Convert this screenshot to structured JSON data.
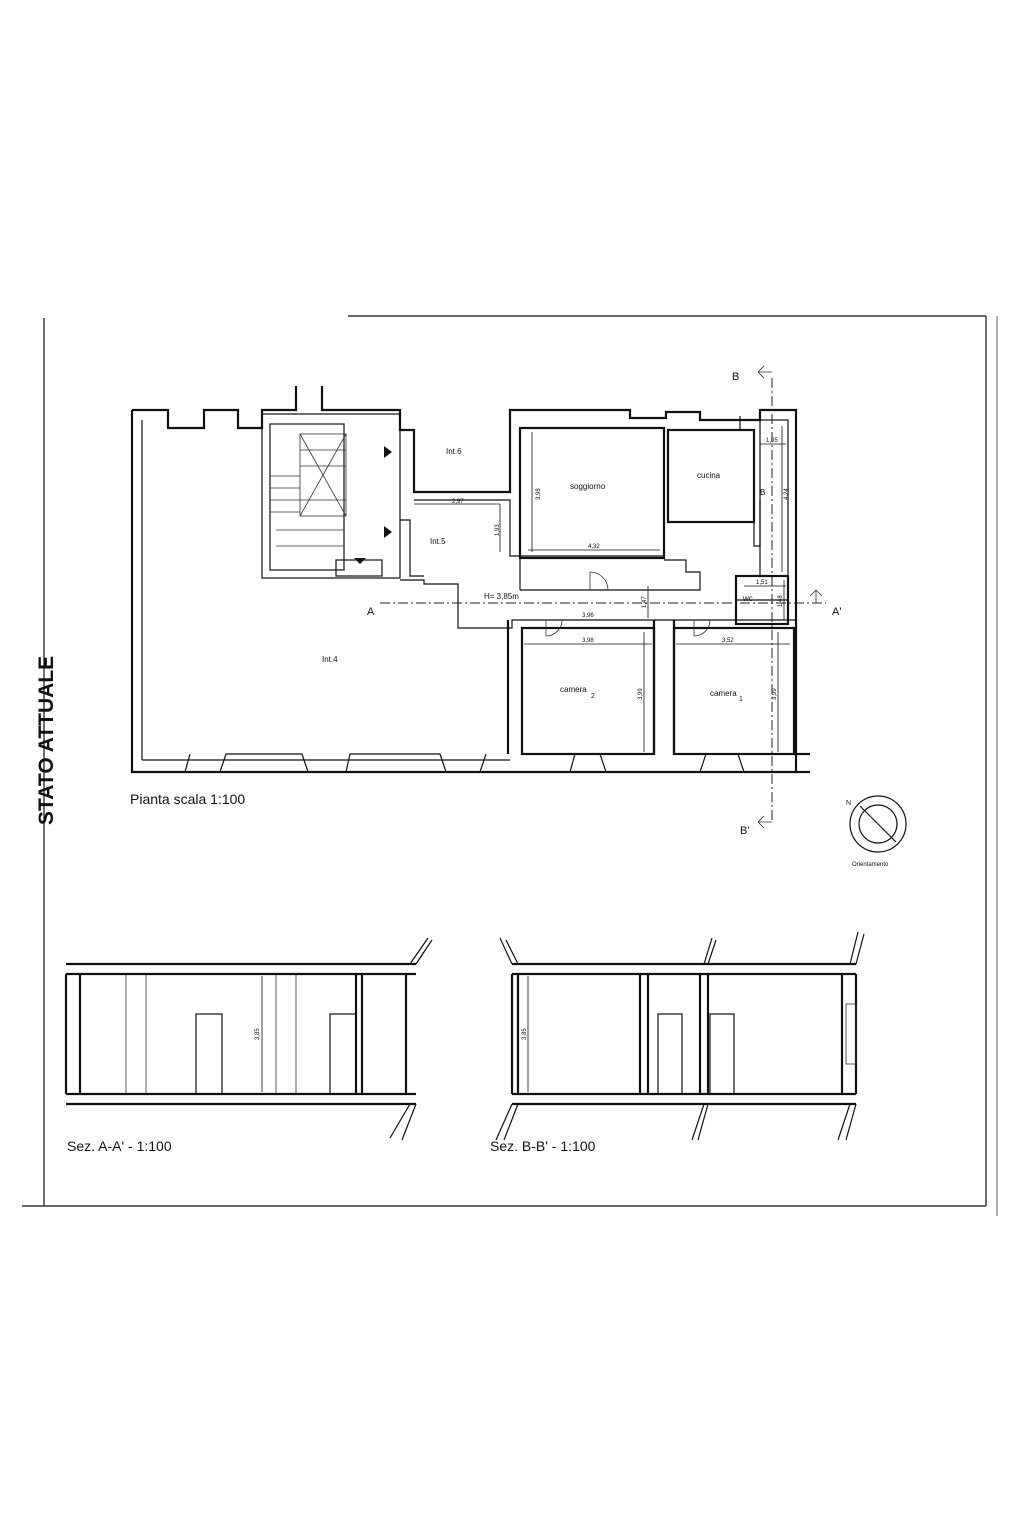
{
  "sheet_title": "STATO ATTUALE",
  "plan": {
    "caption": "Pianta scala 1:100",
    "height_label": "H= 3,85m",
    "orientation_label": "Orientamento",
    "north_label": "N",
    "rooms": {
      "int4": "Int.4",
      "int5": "Int.5",
      "int6": "Int.6",
      "soggiorno": "soggiorno",
      "cucina": "cucina",
      "bagno": "B",
      "wc": "wc",
      "camera2": "camera",
      "camera2_sub": "2",
      "camera1": "camera",
      "camera1_sub": "1"
    },
    "section_marks": {
      "a": "A",
      "a_prime": "A'",
      "b": "B",
      "b_prime": "B'"
    },
    "dimensions": {
      "d_2_97": "2,97",
      "d_1_93": "1,93",
      "d_3_98_sog": "3,98",
      "d_4_32": "4,32",
      "d_1_05": "1,05",
      "d_4_24": "4,24",
      "d_1_51": "1,51",
      "d_1_48": "1,48",
      "d_1_47": "1,47",
      "d_3_96": "3,96",
      "d_3_98_cam": "3,98",
      "d_3_99_cam2": "3,99",
      "d_3_52": "3,52",
      "d_3_99_cam1": "3,99"
    }
  },
  "sections": {
    "aa": {
      "caption": "Sez. A-A' - 1:100",
      "height": "3,85"
    },
    "bb": {
      "caption": "Sez. B-B' - 1:100",
      "height": "3,85"
    }
  }
}
